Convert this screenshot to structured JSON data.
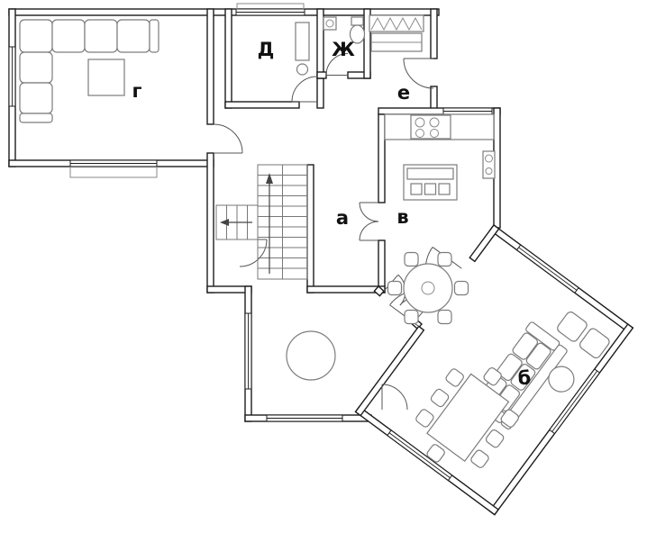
{
  "plan": {
    "type": "floor-plan",
    "rooms": {
      "g": "г",
      "d": "Д",
      "zh": "Ж",
      "e": "е",
      "a": "а",
      "v": "в",
      "b": "б"
    }
  },
  "colors": {
    "wall": "#1c1c1c",
    "furniture": "#7c7c7c",
    "background": "#ffffff",
    "label": "#111111"
  }
}
